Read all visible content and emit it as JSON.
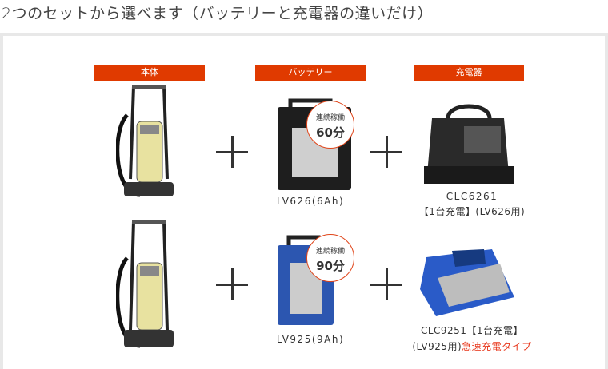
{
  "title": "2つのセットから選べます（バッテリーと充電器の違いだけ）",
  "headers": {
    "body": "本体",
    "battery": "バッテリー",
    "charger": "充電器"
  },
  "sets": [
    {
      "badge_label": "連続稼働",
      "badge_value": "60分",
      "battery_name": "LV626(6Ah)",
      "charger_line1": "CLC6261",
      "charger_line2": "【1台充電】(LV626用)"
    },
    {
      "badge_label": "連続稼働",
      "badge_value": "90分",
      "battery_name": "LV925(9Ah)",
      "charger_line1": "CLC9251【1台充電】",
      "charger_line2": "(LV925用)",
      "charger_note": "急速充電タイプ"
    }
  ],
  "colors": {
    "accent": "#e03a00",
    "battery1": "#1e1e1e",
    "battery2": "#2c56b0"
  }
}
